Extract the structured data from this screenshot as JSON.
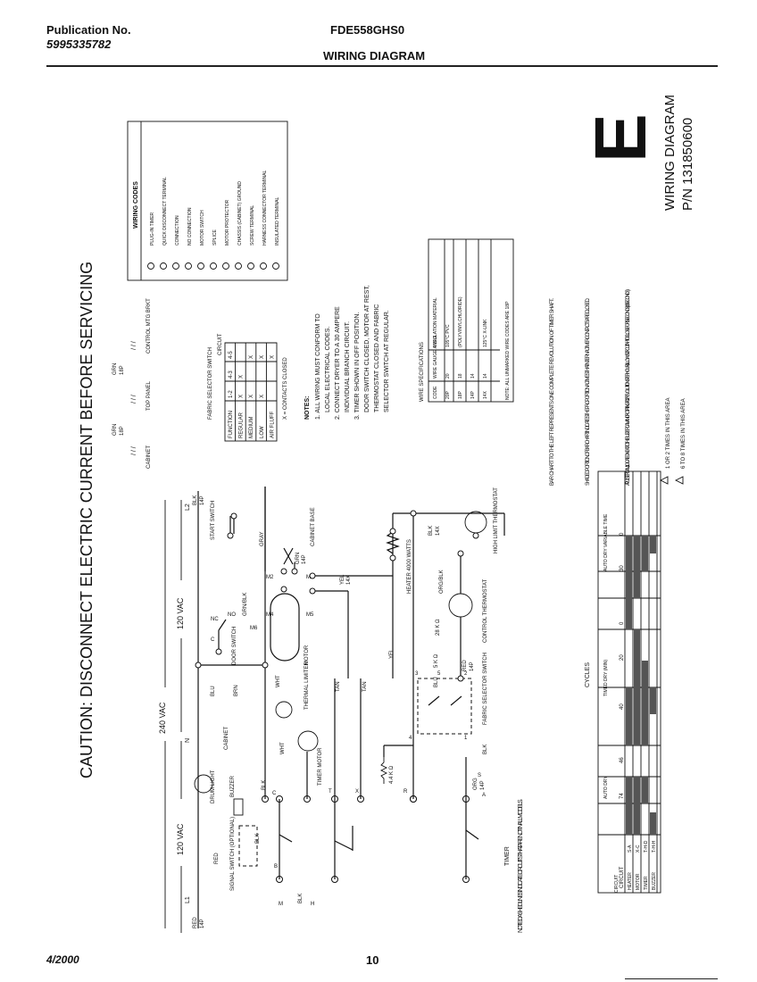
{
  "header": {
    "publication_label": "Publication No.",
    "publication_number": "5995335782",
    "model": "FDE558GHS0",
    "title": "WIRING DIAGRAM"
  },
  "footer": {
    "date": "4/2000",
    "page": "10"
  },
  "caution": "CAUTION: DISCONNECT ELECTRIC CURRENT BEFORE SERVICING",
  "diagram_id": {
    "letter": "E",
    "label": "WIRING DIAGRAM",
    "part_number": "P/N 131850600"
  },
  "wiring_codes": {
    "title": "WIRING CODES",
    "items": [
      "PLUG-IN TIMER",
      "QUICK DISCONNECT TERMINAL",
      "CONNECTION",
      "NO CONNECTION",
      "MOTOR SWITCH",
      "SPLICE",
      "MOTOR PROTECTOR",
      "CHASSIS (CABINET) GROUND",
      "SCREW TERMINAL",
      "HARNESS CONNECTOR TERMINAL",
      "INSULATED TERMINAL"
    ]
  },
  "notes": {
    "title": "NOTES:",
    "items": [
      "1. ALL WIRING MUST CONFORM TO LOCAL ELECTRICAL CODES.",
      "2. CONNECT DRYER TO A 30 AMPERE INDIVIDUAL BRANCH CIRCUIT.",
      "3. TIMER SHOWN IN OFF POSITION. DOOR SWITCH CLOSED, MOTOR AT REST, THERMOSTAT CLOSED AND FABRIC SELECTOR SWITCH AT REGULAR."
    ]
  },
  "wire_spec": {
    "title": "WIRE SPECIFICATIONS",
    "headers": [
      "CODE",
      "WIRE GAUGE A.W.G.",
      "INSULATION MATERIAL"
    ],
    "rows": [
      [
        "20P",
        "20",
        "105°C PVC"
      ],
      [
        "18P",
        "18",
        "(POLYVINYLCHLORIDE)"
      ],
      [
        "14P",
        "14",
        ""
      ],
      [
        "14X",
        "14",
        "125°C X-LINK"
      ]
    ],
    "note": "NOTE: ALL UNMARKED WIRE CODES ARE 18P"
  },
  "fabric_switch": {
    "title": "FABRIC SELECTOR SWITCH",
    "headers": [
      "FUNCTION",
      "1-2",
      "4-3",
      "4-5"
    ],
    "rows": [
      [
        "REGULAR",
        "X",
        "X",
        ""
      ],
      [
        "MEDIUM",
        "X",
        "",
        "X"
      ],
      [
        "LOW",
        "X",
        "",
        "X"
      ],
      [
        "AIR FLUFF",
        "",
        "",
        "X"
      ]
    ],
    "legend": "X = CONTACTS CLOSED",
    "circuit_label": "CIRCUIT"
  },
  "ground_labels": {
    "cabinet": "CABINET",
    "top_panel": "TOP PANEL",
    "control_mtg_bkt": "CONTROL MTG BRKT",
    "grn": "GRN",
    "p18": "18P"
  },
  "bar_chart_text": [
    "BAR CHART TO THE LEFT REPRESENTS ONE COMPLETE REVOLUTION OF TIMER SHAFT.",
    "SHADED PORTION OF BAR CHART INDICATES THE PROPORTIONAL TIMES THAT INTERNAL TIMER CONTACTS ARE CLOSED.",
    "A PULSER CAM, LOCATED NEXT TO THE BUZZER CAM AND ROTATING AT 12 REVOLUTIONS PER HOUR, ALLOWS CIRCUIT \"X-H\" TO CLOSE FOR 5 SECONDS (±3 SECONDS)",
    "1 OR 2 TIMES IN THIS AREA",
    "6 TO 8 TIMES IN THIS AREA"
  ],
  "cycles": {
    "title": "CYCLES",
    "headings": [
      "AUTO DRY",
      "TIMED DRY (MIN)",
      "AUTO DRY VARIABLE TIME"
    ],
    "cols": [
      "CIRCUIT",
      "",
      "74",
      "46",
      "40",
      "20",
      "0",
      "",
      "30",
      "0"
    ],
    "rows": [
      [
        "HEATER",
        "S-A"
      ],
      [
        "MOTOR",
        "X-C"
      ],
      [
        "TIMER",
        "T-H-D"
      ],
      [
        "BUZZER",
        "T-H-H"
      ]
    ]
  },
  "circuit": {
    "l1": "L1",
    "l2": "L2",
    "n": "N",
    "v120_left": "120 VAC",
    "v240": "240 VAC",
    "v120_right": "120 VAC",
    "red": "RED",
    "blk": "BLK",
    "wht": "WHT",
    "blu": "BLU",
    "grn": "GRN",
    "tan": "TAN",
    "gray": "GRAY",
    "yel": "YEL",
    "org": "ORG",
    "orgblk": "ORG/BLK",
    "brn": "BRN",
    "grnblk": "GRN/BLK",
    "p14": "14P",
    "x14": "14X",
    "p18": "18P",
    "drum_light": "DRUM LIGHT",
    "buzzer": "BUZZER",
    "signal_switch": "SIGNAL SWITCH (OPTIONAL)",
    "cabinet": "CABINET",
    "timer_motor": "TIMER MOTOR",
    "thermal_limiter": "THERMAL LIMITER",
    "door_switch": "DOOR SWITCH",
    "start_switch": "START SWITCH",
    "motor": "MOTOR",
    "cabinet_base": "CABINET BASE",
    "heater": "HEATER 4000 WATTS",
    "control_thermostat": "CONTROL THERMOSTAT",
    "high_limit_thermostat": "HIGH LIMIT THERMOSTAT",
    "fabric_selector_switch": "FABRIC SELECTOR SWITCH",
    "timer": "TIMER",
    "r_44k": "4.4 K Ω",
    "r_5k": "5 K Ω",
    "r_28k": "28 K Ω",
    "m1": "M1",
    "m2": "M2",
    "m4": "M4",
    "m5": "M5",
    "m6": "M6",
    "c": "C",
    "nc": "NC",
    "no": "NO",
    "t": "T",
    "x": "X",
    "r": "R",
    "s": "S",
    "a": "A",
    "b": "B",
    "d": "D",
    "m": "M",
    "h": "H",
    "sw1": "1",
    "sw2": "2",
    "sw3": "3",
    "sw4": "4",
    "sw5": "5"
  },
  "dashed_note": "NOTE: DASHED LINES INDICATE CIRCUITS THAT ARE NOT IN ALL MODELS."
}
